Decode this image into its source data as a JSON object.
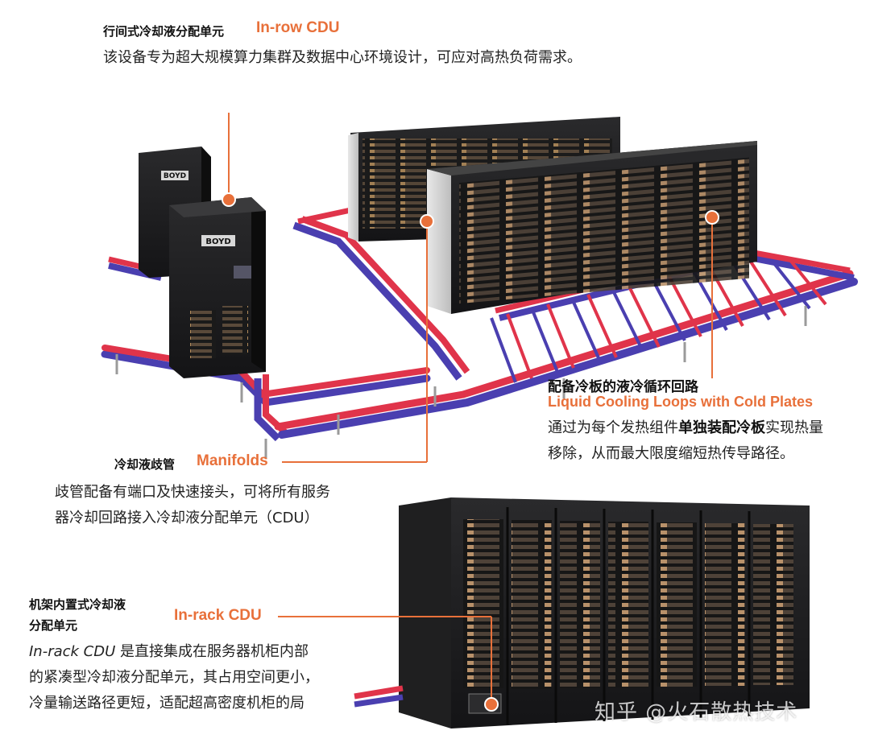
{
  "inrow": {
    "title_cn": "行间式冷却液分配单元",
    "title_en": "In-row CDU",
    "desc": "该设备专为超大规模算力集群及数据中心环境设计，可应对高热负荷需求。"
  },
  "loops": {
    "title_cn": "配备冷板的液冷循环回路",
    "title_en": "Liquid Cooling Loops with Cold Plates",
    "desc_pre": "通过为每个发热组件",
    "desc_bold": "单独装配冷板",
    "desc_post": "实现热量",
    "desc_line2": "移除，从而最大限度缩短热传导路径。"
  },
  "manifolds": {
    "title_cn": "冷却液歧管",
    "title_en": "Manifolds",
    "desc_line1": "歧管配备有端口及快速接头，可将所有服务",
    "desc_line2": "器冷却回路接入冷却液分配单元（CDU）"
  },
  "inrack": {
    "title_cn_line1": "机架内置式冷却液",
    "title_cn_line2": "分配单元",
    "title_en": "In-rack CDU",
    "desc_italic": "In-rack CDU",
    "desc_line1_rest": " 是直接集成在服务器机柜内部",
    "desc_line2": "的紧凑型冷却液分配单元，其占用空间更小，",
    "desc_line3": "冷量输送路径更短，适配超高密度机柜的局"
  },
  "brand": {
    "logo_text": "BOYD"
  },
  "watermark": {
    "text": "知乎 @火石散热技术"
  },
  "colors": {
    "accent": "#e8703a",
    "hot_pipe": "#e0344a",
    "cold_pipe": "#4a3fb0",
    "rack": "#1c1c1e"
  }
}
